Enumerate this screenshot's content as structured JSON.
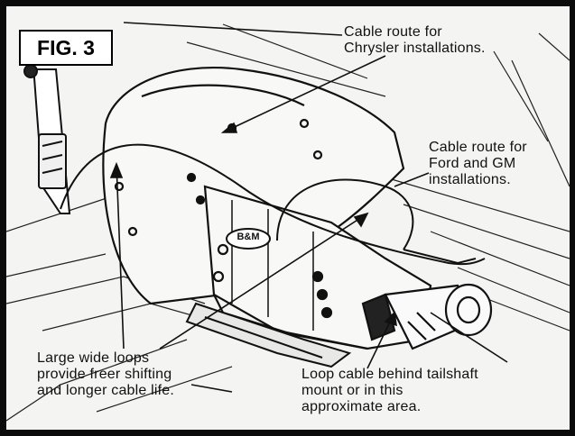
{
  "figure": {
    "label": "FIG. 3"
  },
  "callouts": {
    "chrysler": "Cable route for\nChrysler installations.",
    "ford_gm": "Cable route for\nFord and GM\ninstallations.",
    "loops": "Large wide loops\nprovide freer shifting\nand longer cable life.",
    "tailshaft": "Loop cable behind tailshaft\nmount or in this\napproximate area."
  },
  "badge": {
    "text": "B&M"
  },
  "colors": {
    "frame": "#0b0b0b",
    "paper": "#f4f4f2",
    "ink": "#111111"
  }
}
